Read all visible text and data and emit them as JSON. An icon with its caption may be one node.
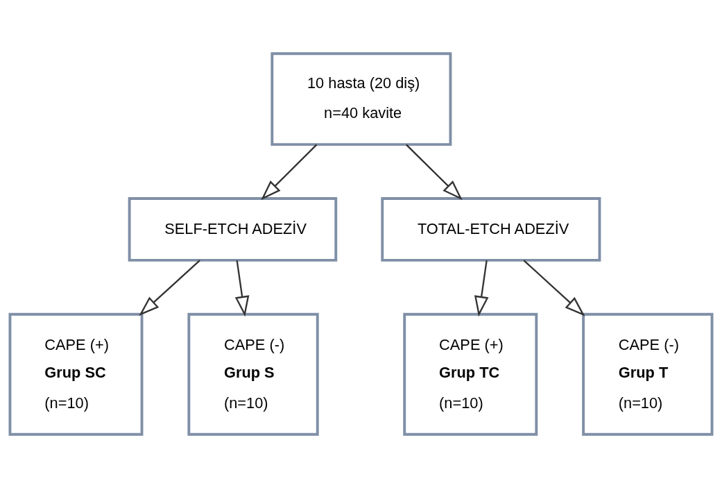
{
  "diagram": {
    "nodes": [
      {
        "text": [
          "10 hasta (20 diş)",
          "n=40 kavite"
        ]
      },
      {
        "text": [
          "SELF-ETCH ADEZİV"
        ]
      },
      {
        "text": [
          "TOTAL-ETCH ADEZİV"
        ]
      },
      {
        "text": [
          "CAPE (+)",
          "Grup SC",
          "(n=10)"
        ]
      },
      {
        "text": [
          "CAPE (-)",
          "Grup S",
          "(n=10)"
        ]
      },
      {
        "text": [
          "CAPE (+)",
          "Grup TC",
          "(n=10)"
        ]
      },
      {
        "text": [
          "CAPE (-)",
          "Grup T",
          "(n=10)"
        ]
      }
    ],
    "edges": [
      {
        "from": 0,
        "to": 1,
        "arrow": "to"
      },
      {
        "from": 0,
        "to": 2,
        "arrow": "to"
      },
      {
        "from": 1,
        "to": 3,
        "arrow": "to"
      },
      {
        "from": 1,
        "to": 4,
        "arrow": "to"
      },
      {
        "from": 2,
        "to": 5,
        "arrow": "to"
      },
      {
        "from": 2,
        "to": 6,
        "arrow": "to"
      }
    ]
  }
}
